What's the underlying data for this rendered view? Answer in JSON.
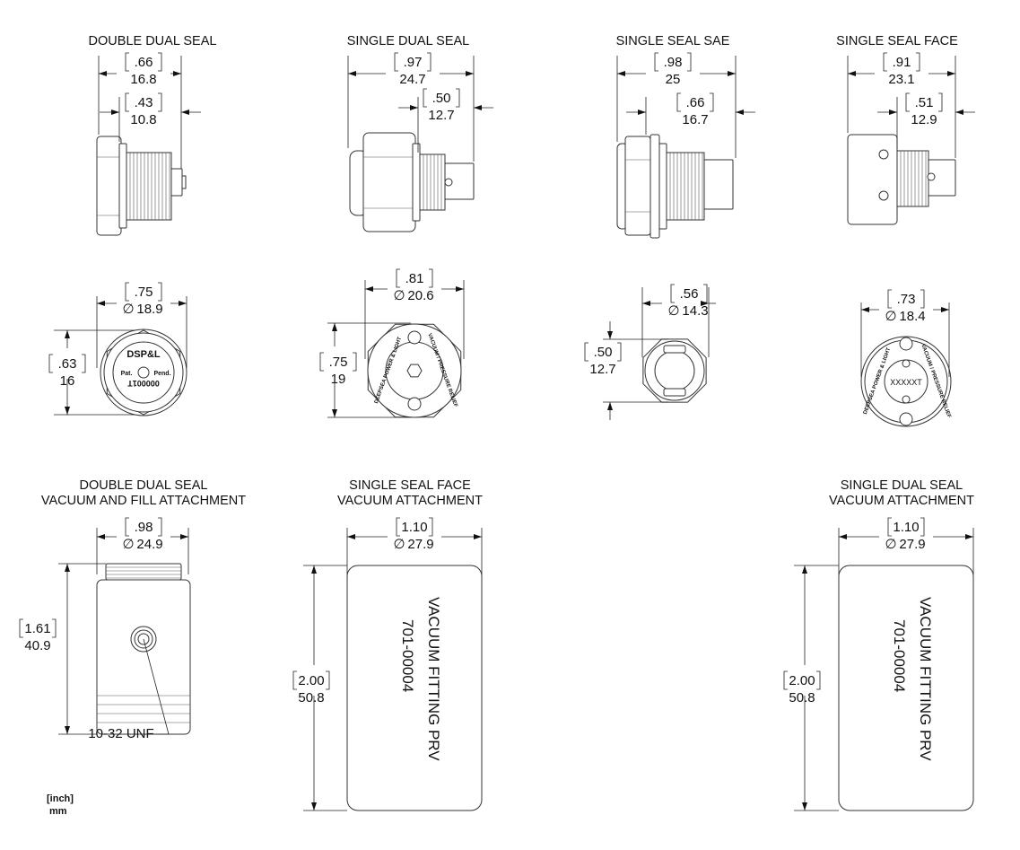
{
  "legend": {
    "inch": "[inch]",
    "mm": "mm"
  },
  "diameter_symbol": "∅",
  "side_views": [
    {
      "title": "DOUBLE DUAL SEAL",
      "overall": {
        "inch": ".66",
        "mm": "16.8"
      },
      "inner": {
        "inch": ".43",
        "mm": "10.8"
      }
    },
    {
      "title": "SINGLE DUAL SEAL",
      "overall": {
        "inch": ".97",
        "mm": "24.7"
      },
      "inner": {
        "inch": ".50",
        "mm": "12.7"
      }
    },
    {
      "title": "SINGLE SEAL SAE",
      "overall": {
        "inch": ".98",
        "mm": "25"
      },
      "inner": {
        "inch": ".66",
        "mm": "16.7"
      }
    },
    {
      "title": "SINGLE SEAL FACE",
      "overall": {
        "inch": ".91",
        "mm": "23.1"
      },
      "inner": {
        "inch": ".51",
        "mm": "12.9"
      }
    }
  ],
  "end_views": [
    {
      "diameter": {
        "inch": ".75",
        "mm": "18.9"
      },
      "height": {
        "inch": ".63",
        "mm": "16"
      },
      "engraving": {
        "brand": "DSP&L",
        "left": "Pat.",
        "right": "Pend.",
        "serial": "000001T"
      }
    },
    {
      "diameter": {
        "inch": ".81",
        "mm": "20.6"
      },
      "height": {
        "inch": ".75",
        "mm": "19"
      },
      "engraving": {
        "left": "DEEPSEA POWER & LIGHT",
        "right": "VACUUM / PRESSURE RELIEF"
      }
    },
    {
      "diameter": {
        "inch": ".56",
        "mm": "14.3"
      },
      "height": {
        "inch": ".50",
        "mm": "12.7"
      }
    },
    {
      "diameter": {
        "inch": ".73",
        "mm": "18.4"
      },
      "engraving": {
        "left": "DEEPSEA POWER & LIGHT",
        "right": "VACUUM / PRESSURE RELIEF",
        "serial": "XXXXXT"
      }
    }
  ],
  "attachments": [
    {
      "title_1": "DOUBLE DUAL SEAL",
      "title_2": "VACUUM AND FILL ATTACHMENT",
      "diameter": {
        "inch": ".98",
        "mm": "24.9"
      },
      "height": {
        "inch": "1.61",
        "mm": "40.9"
      },
      "thread_callout": "10-32 UNF"
    },
    {
      "title_1": "SINGLE SEAL FACE",
      "title_2": "VACUUM ATTACHMENT",
      "diameter": {
        "inch": "1.10",
        "mm": "27.9"
      },
      "height": {
        "inch": "2.00",
        "mm": "50.8"
      },
      "marking_1": "VACUUM FITTING PRV",
      "marking_2": "701-00004"
    },
    {
      "title_1": "SINGLE DUAL SEAL",
      "title_2": "VACUUM ATTACHMENT",
      "diameter": {
        "inch": "1.10",
        "mm": "27.9"
      },
      "height": {
        "inch": "2.00",
        "mm": "50.8"
      },
      "marking_1": "VACUUM FITTING PRV",
      "marking_2": "701-00004"
    }
  ]
}
